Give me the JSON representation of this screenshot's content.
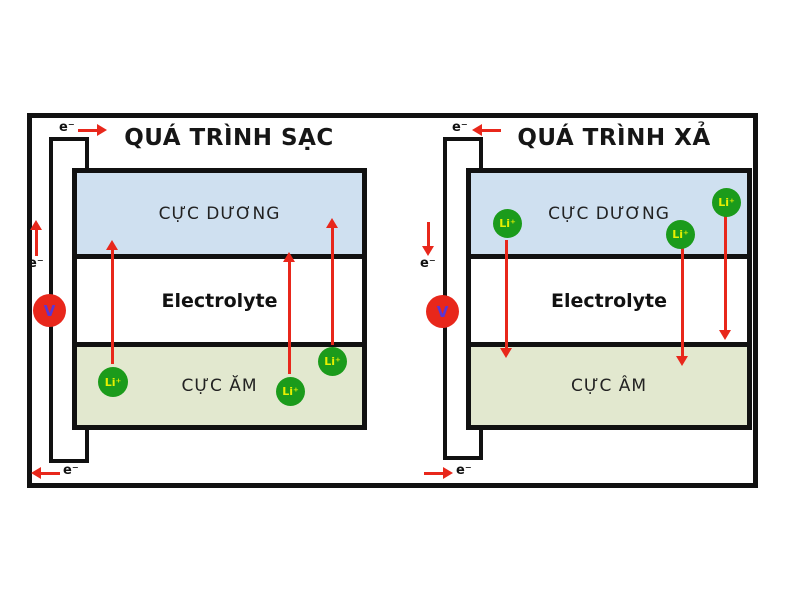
{
  "left": {
    "title": "QUÁ TRÌNH SẠC",
    "layers": {
      "top": "CỰC DƯƠNG",
      "middle": "Electrolyte",
      "bottom": "CỰC ĂM"
    },
    "voltmeter": "V",
    "ion": "Li⁺",
    "electron": "e⁻"
  },
  "right": {
    "title": "QUÁ TRÌNH XẢ",
    "layers": {
      "top": "CỰC DƯƠNG",
      "middle": "Electrolyte",
      "bottom": "CỰC ÂM"
    },
    "voltmeter": "V",
    "ion": "Li⁺",
    "electron": "e⁻"
  },
  "colors": {
    "cathode_fill": "#cfe0f0",
    "anode_fill": "#e2e8cf",
    "electrolyte_fill": "#ffffff",
    "arrow_red": "#e8271b",
    "ion_green": "#1b9b1b",
    "ion_text": "#e8f000",
    "voltmeter_fill": "#e8271b",
    "voltmeter_text": "#5b35d5",
    "outline": "#111111"
  }
}
